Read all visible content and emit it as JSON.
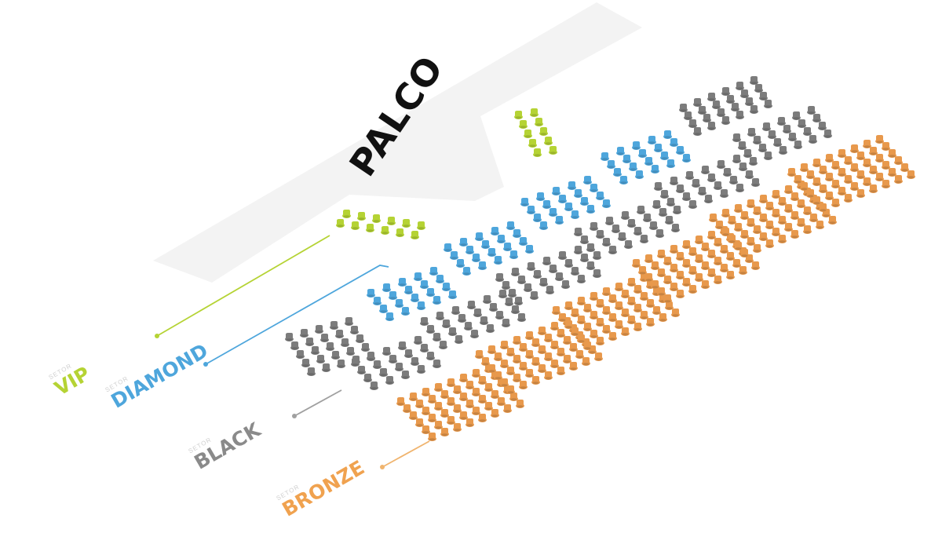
{
  "stage": {
    "label": "PALCO"
  },
  "sectors": [
    {
      "id": "vip",
      "prefix": "SETOR",
      "name": "VIP",
      "color": "#b5d334"
    },
    {
      "id": "diamond",
      "prefix": "SETOR",
      "name": "DIAMOND",
      "color": "#4ea6dc"
    },
    {
      "id": "black",
      "prefix": "SETOR",
      "name": "BLACK",
      "color": "#8a8a8a"
    },
    {
      "id": "bronze",
      "prefix": "SETOR",
      "name": "BRONZE",
      "color": "#f0a24f"
    }
  ],
  "colors": {
    "stage_floor": "#f3f3f3",
    "stage_label": "#111111",
    "vip": "#b5d334",
    "diamond": "#4ea6dc",
    "black": "#7c7c7c",
    "bronze": "#e8994c"
  },
  "icons": {
    "seat": "seat-icon"
  }
}
